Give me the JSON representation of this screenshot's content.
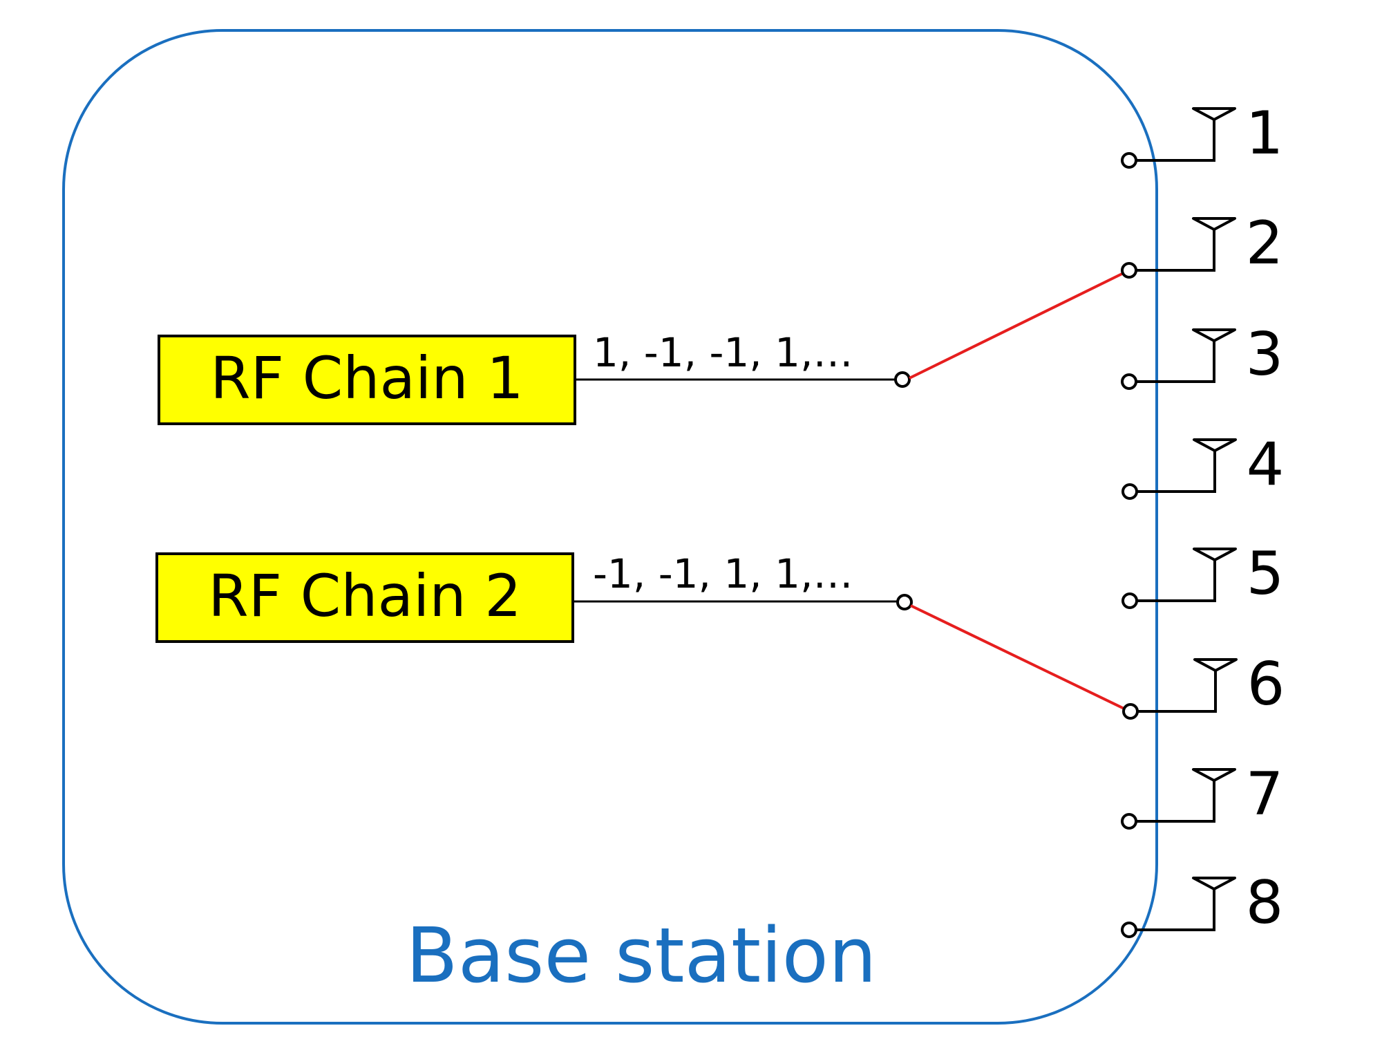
{
  "base_station": {
    "label": "Base station",
    "border_color": "#1a6fbf"
  },
  "rf_chains": [
    {
      "label": "RF Chain 1",
      "sequence": "1, -1, -1, 1,…",
      "connected_antenna": 2
    },
    {
      "label": "RF Chain 2",
      "sequence": "-1, -1, 1, 1,…",
      "connected_antenna": 6
    }
  ],
  "antennas": [
    {
      "label": "1"
    },
    {
      "label": "2"
    },
    {
      "label": "3"
    },
    {
      "label": "4"
    },
    {
      "label": "5"
    },
    {
      "label": "6"
    },
    {
      "label": "7"
    },
    {
      "label": "8"
    }
  ],
  "colors": {
    "rf_chain_fill": "#ffff00",
    "switch_line": "#e61e1e",
    "wire": "#000000",
    "station": "#1a6fbf"
  }
}
